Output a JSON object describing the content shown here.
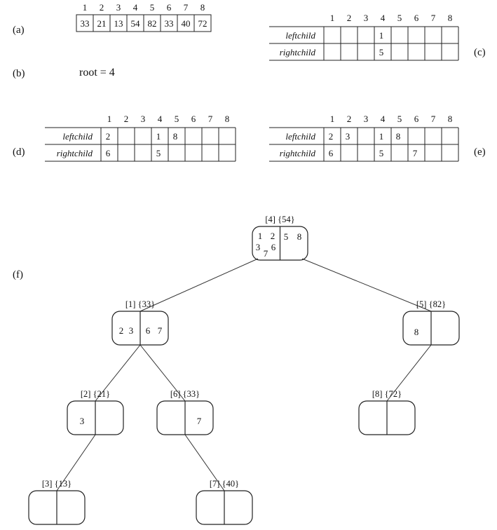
{
  "labels": {
    "a": "(a)",
    "b": "(b)",
    "c": "(c)",
    "d": "(d)",
    "e": "(e)",
    "f": "(f)"
  },
  "indices": [
    "1",
    "2",
    "3",
    "4",
    "5",
    "6",
    "7",
    "8"
  ],
  "array_values": [
    "33",
    "21",
    "13",
    "54",
    "82",
    "33",
    "40",
    "72"
  ],
  "root_text": "root = 4",
  "row_labels": {
    "left": "leftchild",
    "right": "rightchild"
  },
  "tables": {
    "c": {
      "left": [
        "",
        "",
        "",
        "1",
        "",
        "",
        "",
        ""
      ],
      "right": [
        "",
        "",
        "",
        "5",
        "",
        "",
        "",
        ""
      ]
    },
    "d": {
      "left": [
        "2",
        "",
        "",
        "1",
        "8",
        "",
        "",
        ""
      ],
      "right": [
        "6",
        "",
        "",
        "5",
        "",
        "",
        "",
        ""
      ]
    },
    "e": {
      "left": [
        "2",
        "3",
        "",
        "1",
        "8",
        "",
        "",
        ""
      ],
      "right": [
        "6",
        "",
        "",
        "5",
        "",
        "7",
        "",
        ""
      ]
    }
  },
  "tree": {
    "nodes": [
      {
        "id": "4",
        "title": "[4] {54}",
        "left_values": [
          "1",
          "2",
          "3",
          "7",
          "6"
        ],
        "right_values": [
          "5",
          "8"
        ]
      },
      {
        "id": "1",
        "title": "[1] {33}",
        "left_values": [
          "2",
          "3"
        ],
        "right_values": [
          "6",
          "7"
        ]
      },
      {
        "id": "5",
        "title": "[5] {82}",
        "left_values": [
          "8"
        ],
        "right_values": []
      },
      {
        "id": "2",
        "title": "[2] {21}",
        "left_values": [
          "3"
        ],
        "right_values": []
      },
      {
        "id": "6",
        "title": "[6] {33}",
        "left_values": [],
        "right_values": [
          "7"
        ]
      },
      {
        "id": "8",
        "title": "[8] {72}",
        "left_values": [],
        "right_values": []
      },
      {
        "id": "3",
        "title": "[3] {13}",
        "left_values": [],
        "right_values": []
      },
      {
        "id": "7",
        "title": "[7] {40}",
        "left_values": [],
        "right_values": []
      }
    ],
    "edges": [
      [
        "4",
        "1"
      ],
      [
        "4",
        "5"
      ],
      [
        "1",
        "2"
      ],
      [
        "1",
        "6"
      ],
      [
        "5",
        "8"
      ],
      [
        "2",
        "3"
      ],
      [
        "6",
        "7"
      ]
    ]
  }
}
